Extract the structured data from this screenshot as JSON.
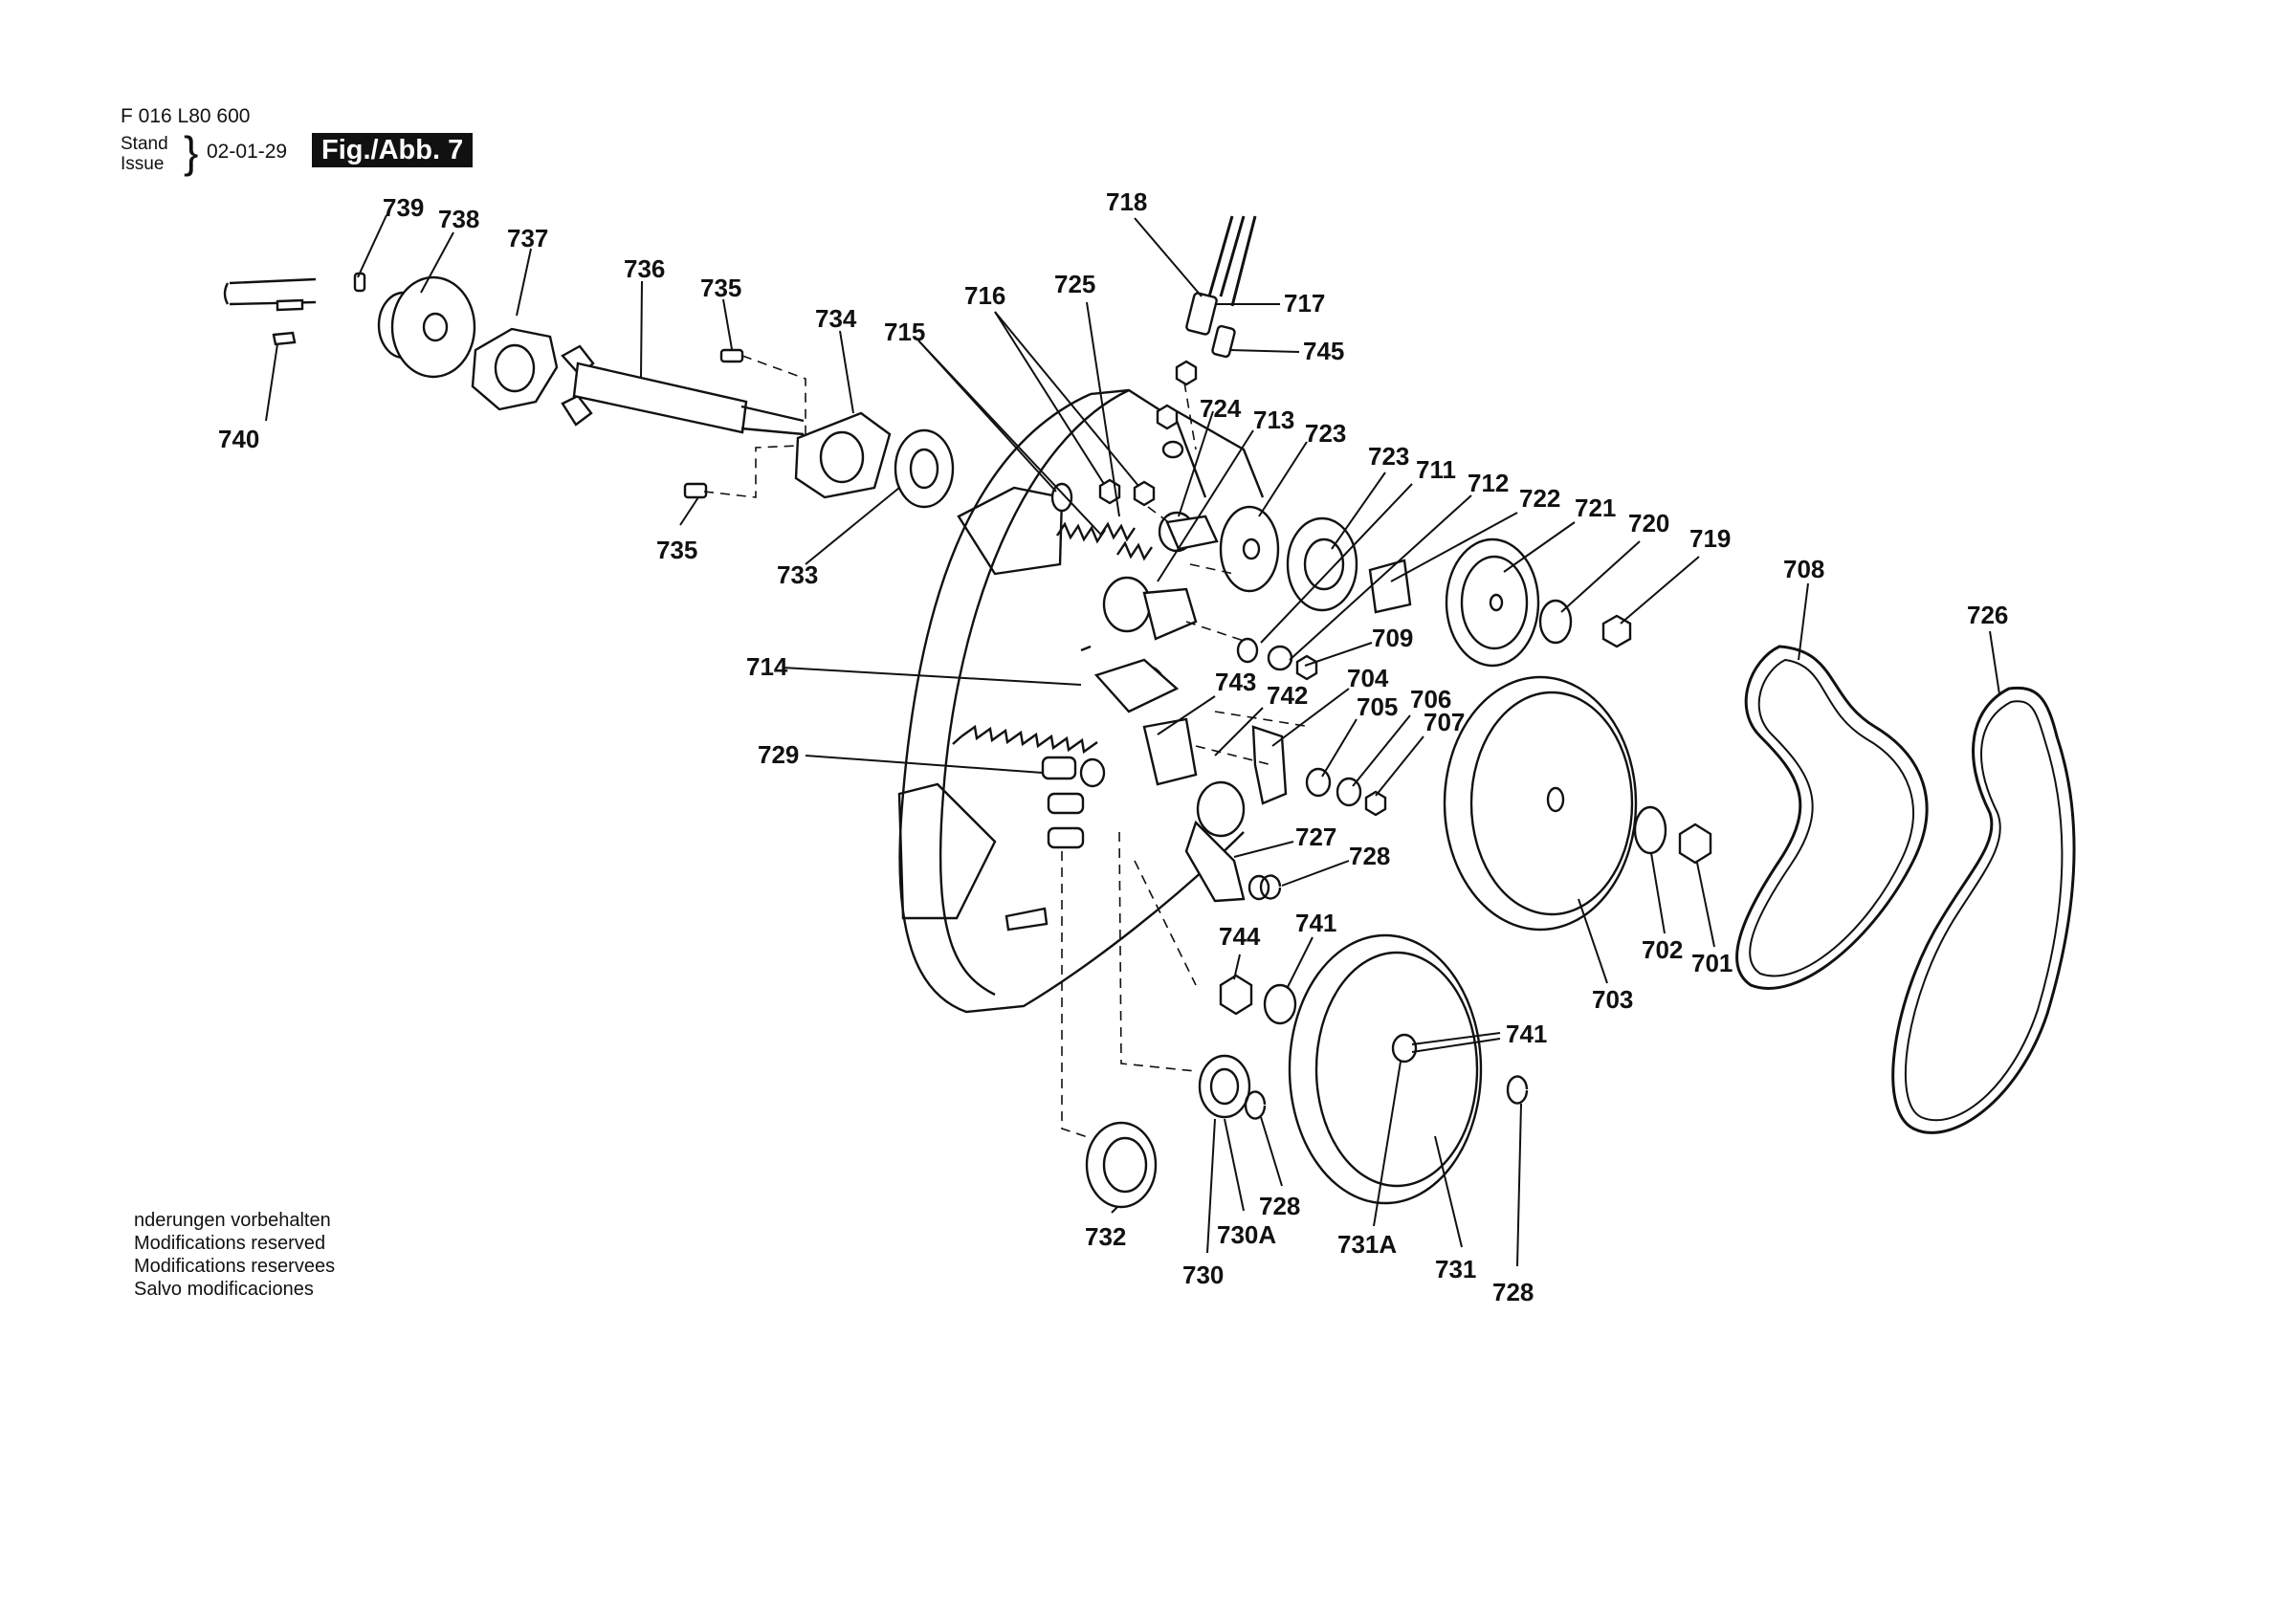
{
  "header": {
    "doc_number": "F 016 L80 600",
    "stand_label": "Stand",
    "issue_label": "Issue",
    "date": "02-01-29",
    "figure_label": "Fig./Abb. 7"
  },
  "notes": [
    "nderungen vorbehalten",
    "Modifications reserved",
    "Modifications reservees",
    "Salvo modificaciones"
  ],
  "labels": {
    "p701": "701",
    "p702": "702",
    "p703": "703",
    "p704": "704",
    "p705": "705",
    "p706": "706",
    "p707": "707",
    "p708": "708",
    "p709": "709",
    "p711": "711",
    "p712": "712",
    "p713": "713",
    "p714": "714",
    "p715": "715",
    "p716": "716",
    "p717": "717",
    "p718": "718",
    "p719": "719",
    "p720": "720",
    "p721": "721",
    "p722": "722",
    "p723": "723",
    "p724": "724",
    "p725": "725",
    "p726": "726",
    "p727": "727",
    "p728": "728",
    "p729": "729",
    "p730": "730",
    "p730A": "730A",
    "p731": "731",
    "p731A": "731A",
    "p732": "732",
    "p733": "733",
    "p734": "734",
    "p735": "735",
    "p736": "736",
    "p737": "737",
    "p738": "738",
    "p739": "739",
    "p740": "740",
    "p741": "741",
    "p742": "742",
    "p743": "743",
    "p744": "744",
    "p745": "745"
  }
}
